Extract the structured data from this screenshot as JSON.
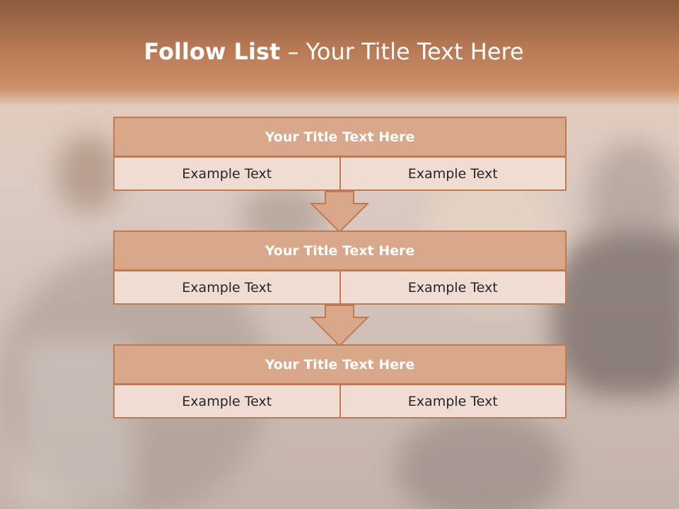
{
  "slide": {
    "title_bold": "Follow List",
    "title_rest": "  – Your Title Text Here"
  },
  "blocks": [
    {
      "title": "Your Title Text Here",
      "cells": [
        "Example Text",
        "Example Text"
      ]
    },
    {
      "title": "Your Title Text Here",
      "cells": [
        "Example Text",
        "Example Text"
      ]
    },
    {
      "title": "Your Title Text Here",
      "cells": [
        "Example Text",
        "Example Text"
      ]
    }
  ],
  "colors": {
    "header_band": "#c27f56",
    "box_header": "#d9a78a",
    "box_body": "#f0dcd3",
    "border": "#c07a4f",
    "arrow_fill": "#d9a78a"
  },
  "icons": {
    "connector": "down-arrow-icon"
  }
}
